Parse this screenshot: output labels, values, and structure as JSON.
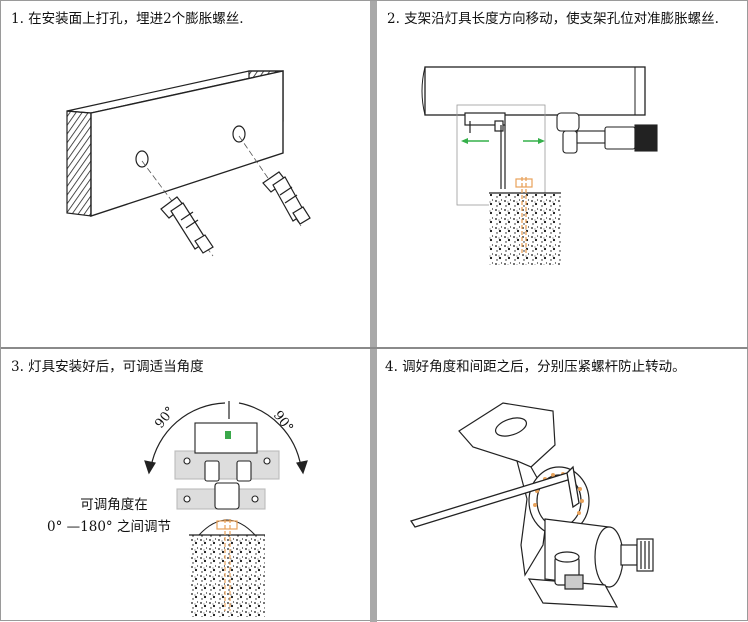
{
  "steps": [
    {
      "caption": "1. 在安装面上打孔，埋进2个膨胀螺丝."
    },
    {
      "caption": "2. 支架沿灯具长度方向移动，使支架孔位对准膨胀螺丝."
    },
    {
      "caption": "3. 灯具安装好后，可调适当角度"
    },
    {
      "caption": "4. 调好角度和间距之后，分别压紧螺杆防止转动。"
    }
  ],
  "angle_left": "90°",
  "angle_right": "90°",
  "adjust_note_line1": "可调角度在",
  "adjust_note_line2": "0° —180° 之间调节",
  "colors": {
    "arrow": "#35b04a",
    "bolt": "#e8a25a",
    "divider": "#a9a9a9"
  }
}
